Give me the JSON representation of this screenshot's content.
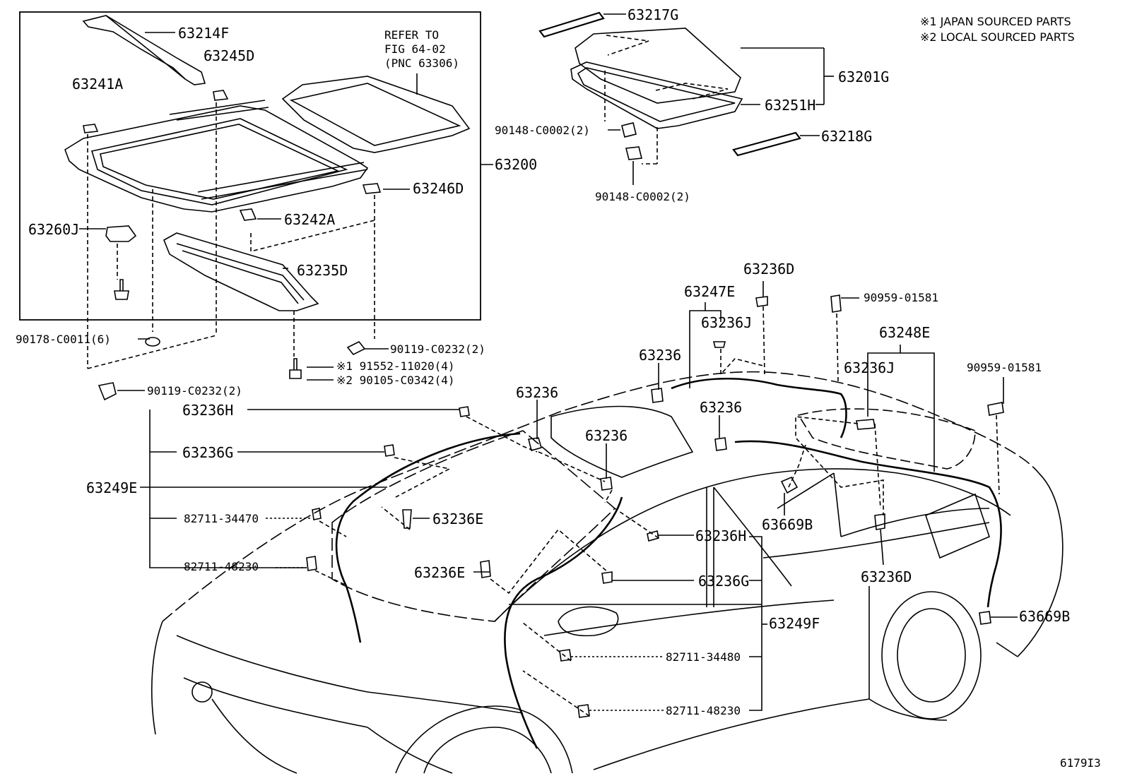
{
  "notes": {
    "note1": "※1 JAPAN SOURCED PARTS",
    "note2": "※2 LOCAL SOURCED PARTS"
  },
  "refer": {
    "line1": "REFER TO",
    "line2": "FIG 64-02",
    "line3": "(PNC 63306)"
  },
  "fig_number": "6179I3",
  "parts": {
    "p63214F": "63214F",
    "p63245D": "63245D",
    "p63241A": "63241A",
    "p63200": "63200",
    "p63246D": "63246D",
    "p63260J": "63260J",
    "p63242A": "63242A",
    "p63235D": "63235D",
    "p90178": "90178-C0011(6)",
    "p90119a": "90119-C0232(2)",
    "p91552": "※1 91552-11020(4)",
    "p90105": "※2 90105-C0342(4)",
    "p90119b": "90119-C0232(2)",
    "p63217G": "63217G",
    "p63201G": "63201G",
    "p63251H": "63251H",
    "p90148a": "90148-C0002(2)",
    "p90148b": "90148-C0002(2)",
    "p63218G": "63218G",
    "p63236D_top": "63236D",
    "p63247E": "63247E",
    "p90959a": "90959-01581",
    "p63236J_a": "63236J",
    "p63248E": "63248E",
    "p63236_a": "63236",
    "p63236J_b": "63236J",
    "p90959b": "90959-01581",
    "p63236_b": "63236",
    "p63236_c": "63236",
    "p63236_d": "63236",
    "p63236H_a": "63236H",
    "p63236G_a": "63236G",
    "p63249E": "63249E",
    "p82711_34470": "82711-34470",
    "p63236E_a": "63236E",
    "p63669B_a": "63669B",
    "p82711_48230a": "82711-48230",
    "p63236H_b": "63236H",
    "p63236E_b": "63236E",
    "p63236D_b": "63236D",
    "p63236G_b": "63236G",
    "p63249F": "63249F",
    "p63669B_b": "63669B",
    "p82711_34480": "82711-34480",
    "p82711_48230b": "82711-48230"
  }
}
